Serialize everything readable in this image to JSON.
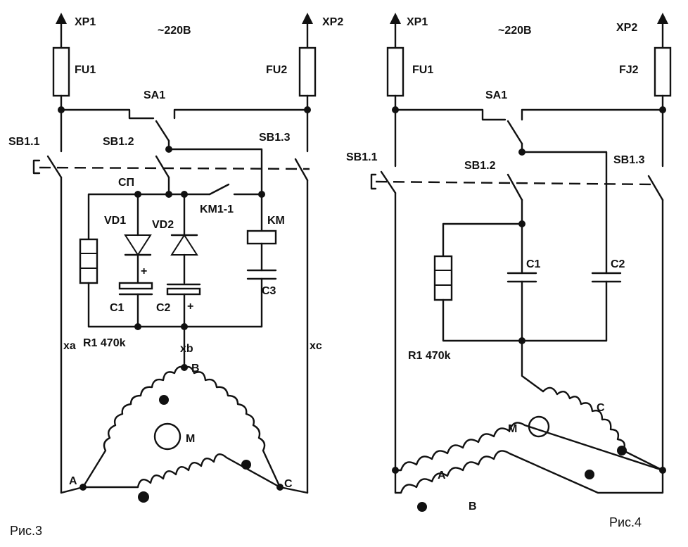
{
  "left": {
    "caption": "Рис.3",
    "terminals": {
      "xp1": "XP1",
      "xp2": "XP2",
      "voltage": "~220B"
    },
    "fuses": {
      "fu1": "FU1",
      "fu2": "FU2"
    },
    "switches": {
      "sa1": "SA1",
      "sb11": "SB1.1",
      "sb12": "SB1.2",
      "sb13": "SB1.3",
      "sp": "СП",
      "km11": "KM1-1"
    },
    "relay": "KM",
    "diodes": {
      "vd1": "VD1",
      "vd2": "VD2"
    },
    "capacitors": {
      "c1": "C1",
      "c2": "C2",
      "c3": "C3",
      "plus": "+"
    },
    "resistor": "R1 470k",
    "nodes": {
      "xa": "xa",
      "xb": "xb",
      "xc": "xc",
      "A": "A",
      "B": "B",
      "C": "C"
    },
    "motor": "M"
  },
  "right": {
    "caption": "Рис.4",
    "terminals": {
      "xp1": "XP1",
      "xp2": "XP2",
      "voltage": "~220B"
    },
    "fuses": {
      "fu1": "FU1",
      "fu2": "FJ2"
    },
    "switches": {
      "sa1": "SA1",
      "sb11": "SB1.1",
      "sb12": "SB1.2",
      "sb13": "SB1.3"
    },
    "capacitors": {
      "c1": "C1",
      "c2": "C2"
    },
    "resistor": "R1 470k",
    "windings": {
      "a": "A",
      "b": "B",
      "c": "C"
    },
    "motor": "M"
  }
}
